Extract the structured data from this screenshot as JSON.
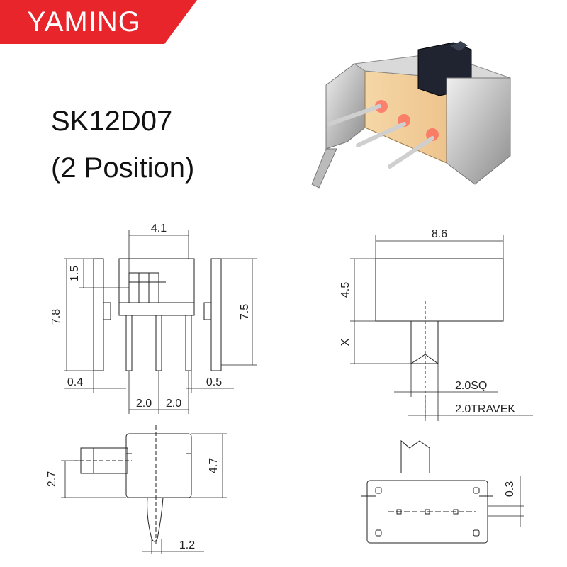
{
  "brand": {
    "name": "YAMING",
    "color": "#e8252b"
  },
  "product": {
    "model": "SK12D07",
    "positions": "(2 Position)"
  },
  "front_view": {
    "width_top": "4.1",
    "height_left": "7.8",
    "height_right": "7.5",
    "knob_height": "1.5",
    "leg_offset_left": "0.4",
    "leg_offset_right": "0.5",
    "pitch_1": "2.0",
    "pitch_2": "2.0"
  },
  "side_view": {
    "width": "8.6",
    "body_height": "4.5",
    "actuator_height": "X",
    "actuator_size": "2.0SQ",
    "travel": "2.0TRAVEK"
  },
  "top_view": {
    "knob_offset": "2.7",
    "height": "4.7",
    "pin_width": "1.2"
  },
  "bottom_view": {
    "pad_offset": "0.3"
  }
}
